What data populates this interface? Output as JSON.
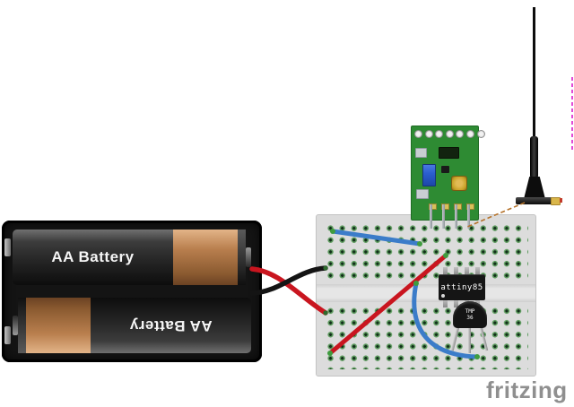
{
  "watermark": {
    "label": "fritzing",
    "color": "#8f8f8f"
  },
  "battery_pack": {
    "label_top": "AA Battery",
    "label_bottom": "AA Battery",
    "case_color": "#141414",
    "copper_color": "#b97f4e",
    "label_color": "#f5f5f5"
  },
  "breadboard": {
    "board_color": "#dcdcdc",
    "hole_ring_color": "#5f9c60",
    "hole_center_color": "#12301a"
  },
  "rf_module": {
    "board_color": "#2e8b33"
  },
  "antenna": {
    "body_color": "#0d0d0d",
    "connector_color": "#d9b64a",
    "tip_color": "#c23a2a"
  },
  "chip": {
    "label": "attiny85",
    "body_color": "#151515",
    "label_color": "#ffffff"
  },
  "sensor": {
    "label_line1": "TMP",
    "label_line2": "36",
    "body_color": "#141414"
  },
  "wires": {
    "red": "#c9151f",
    "black": "#141414",
    "blue": "#3b7cc9",
    "dashed_link": "#b5722a",
    "dashed_ruler": "#e14ad6",
    "endpoint_green": "#3f9c3f"
  }
}
